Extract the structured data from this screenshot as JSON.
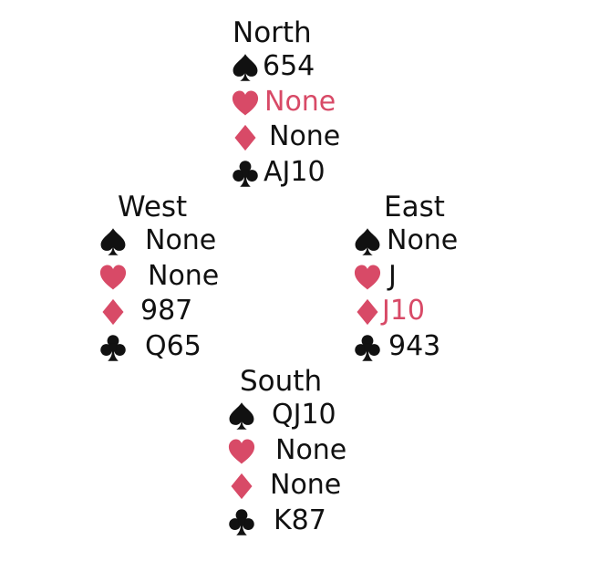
{
  "colors": {
    "red": "#d84a67",
    "black": "#111111"
  },
  "hands": {
    "north": {
      "title": "North",
      "spades": "654",
      "hearts": "None",
      "diamonds": "None",
      "clubs": "AJ10"
    },
    "west": {
      "title": "West",
      "spades": "None",
      "hearts": "None",
      "diamonds": "987",
      "clubs": "Q65"
    },
    "east": {
      "title": "East",
      "spades": "None",
      "hearts": "J",
      "diamonds": "J10",
      "clubs": "943"
    },
    "south": {
      "title": "South",
      "spades": "QJ10",
      "hearts": "None",
      "diamonds": "None",
      "clubs": "K87"
    }
  }
}
